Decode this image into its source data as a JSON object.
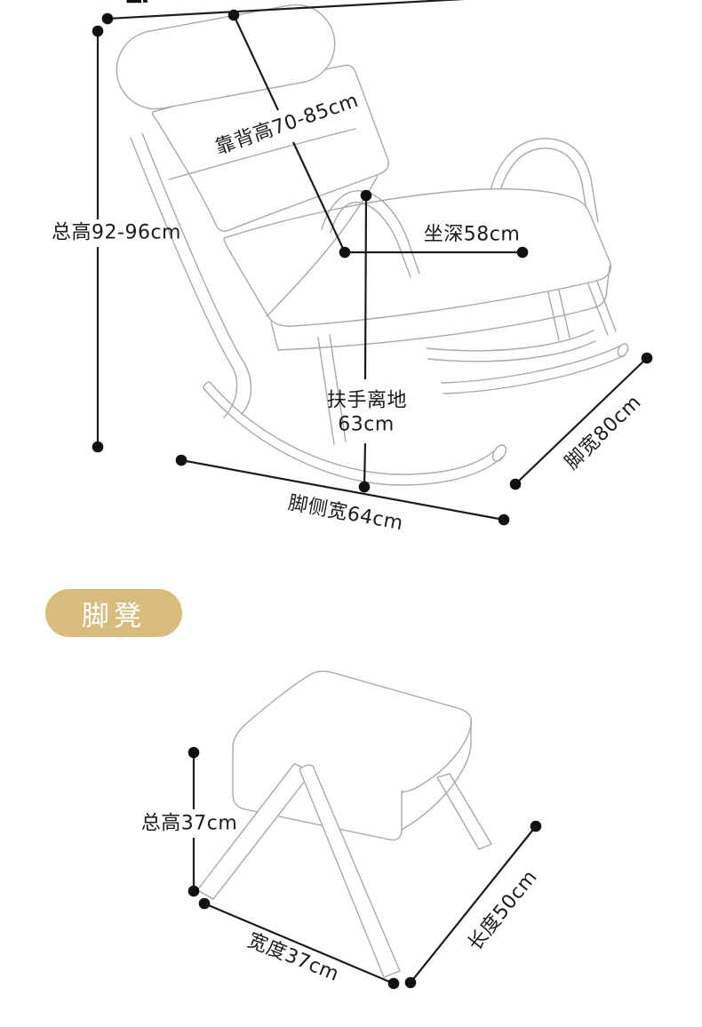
{
  "rocking_chair": {
    "labels": {
      "total_height": "总高92-96cm",
      "backrest_height": "靠背高70-85cm",
      "seat_depth": "坐深58cm",
      "armrest_floor_line1": "扶手离地",
      "armrest_floor_line2": "63cm",
      "base_side_width": "脚侧宽64cm",
      "base_width": "脚宽80cm"
    }
  },
  "footstool": {
    "badge_label": "脚凳",
    "labels": {
      "total_height": "总高37cm",
      "width": "宽度37cm",
      "length": "长度50cm"
    }
  },
  "colors": {
    "badge_background": "#d7bc7e",
    "badge_text": "#ffffff",
    "line_art": "#a9a9a9",
    "dimension_line": "#1c1c1c",
    "label_text": "#1c1c1c"
  }
}
